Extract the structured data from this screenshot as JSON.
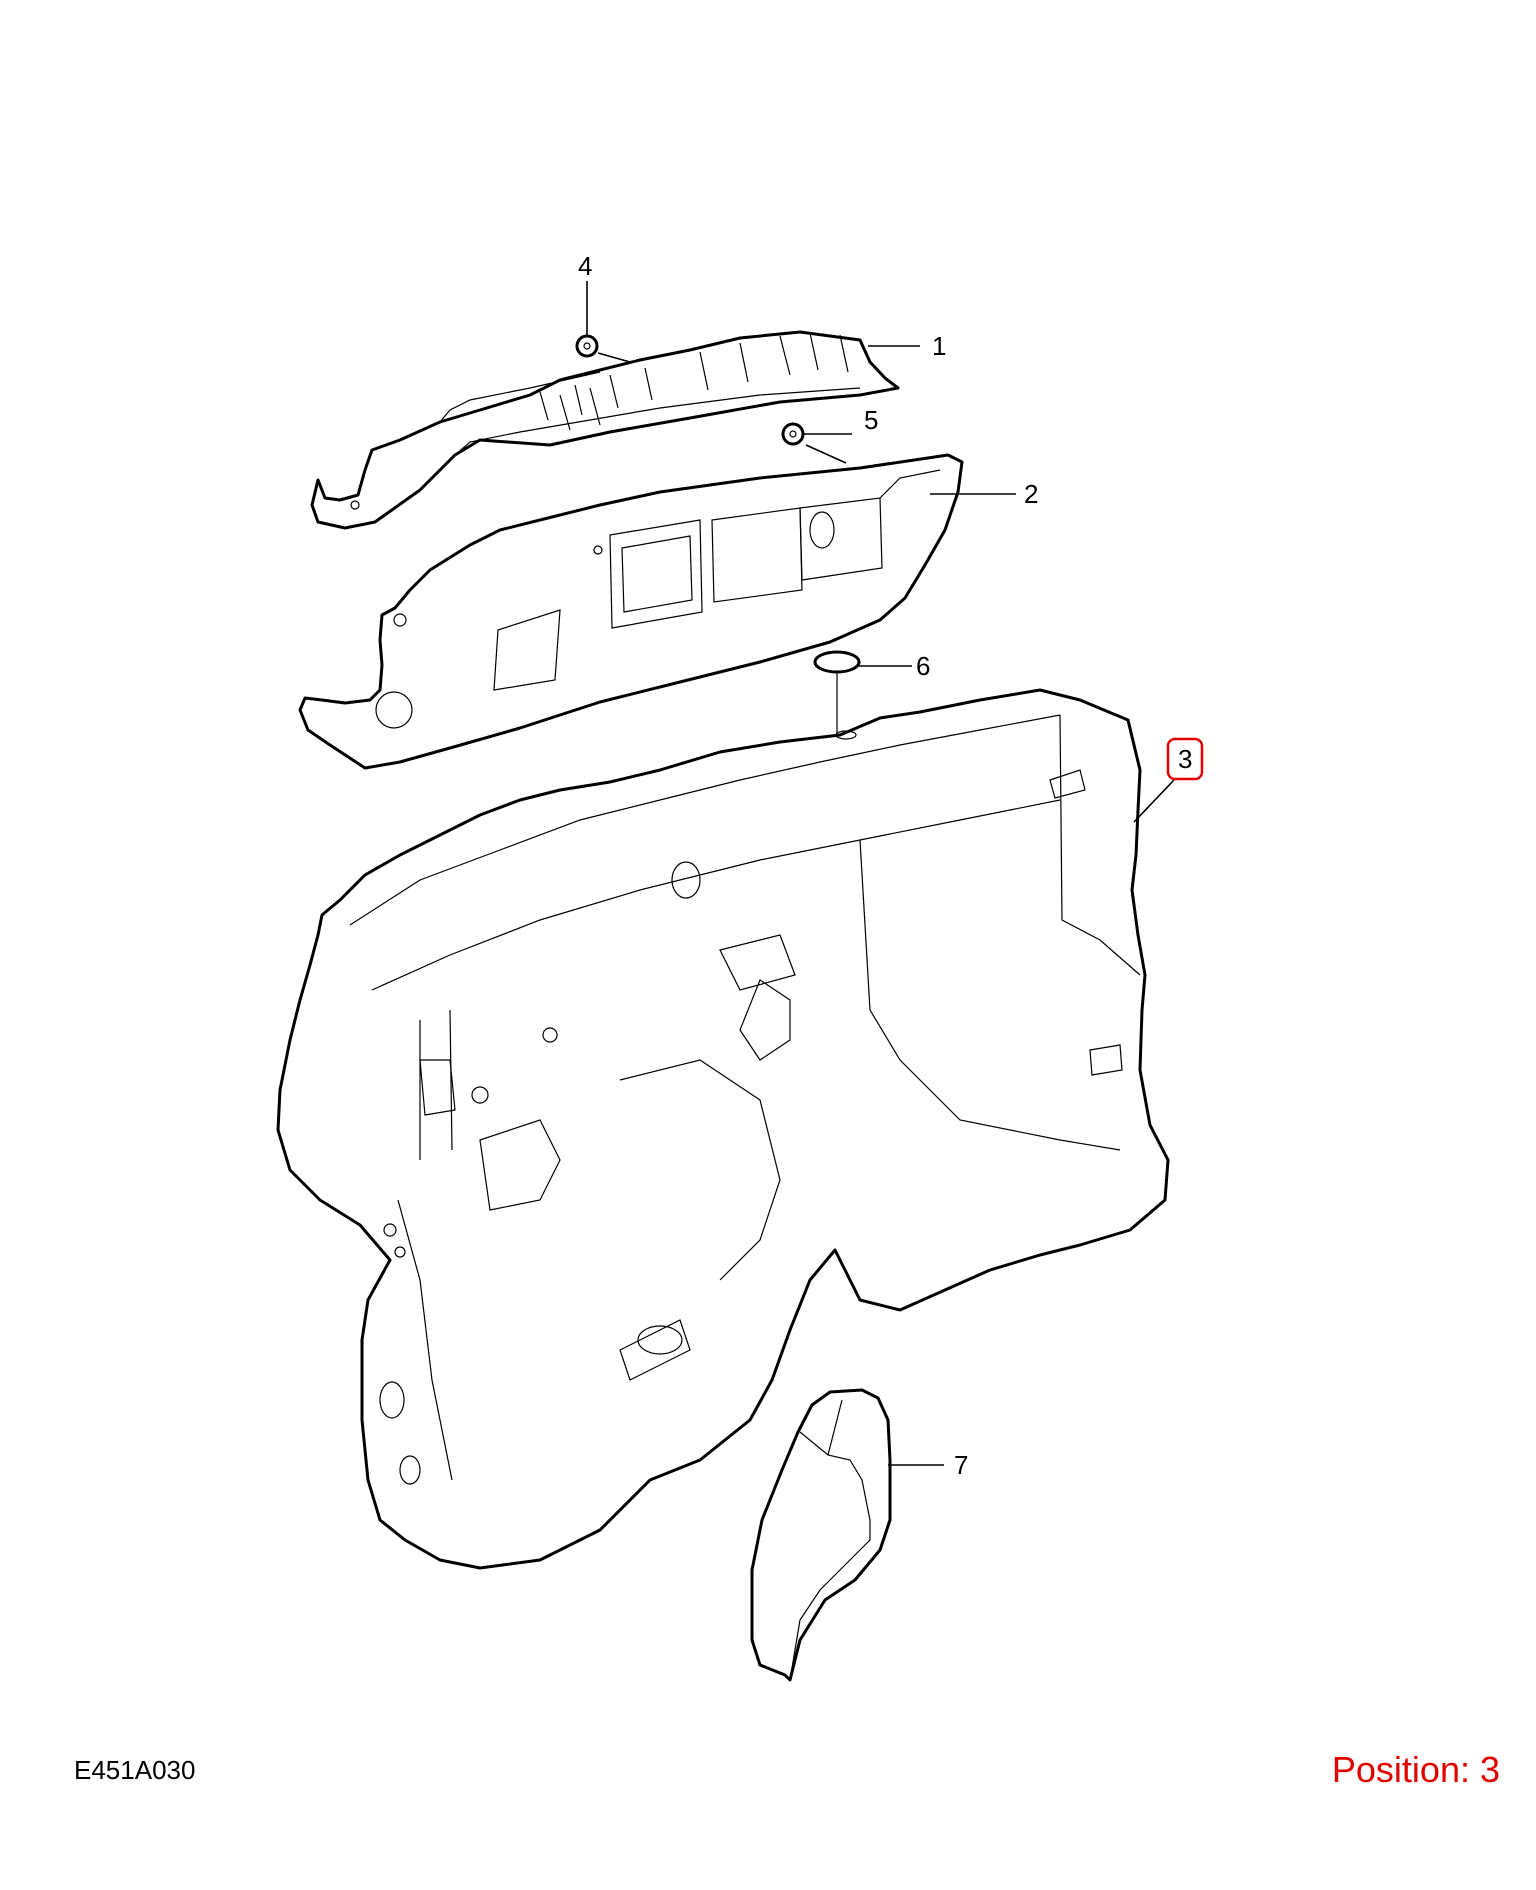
{
  "callouts": [
    {
      "id": "1",
      "label": "1"
    },
    {
      "id": "2",
      "label": "2"
    },
    {
      "id": "3",
      "label": "3"
    },
    {
      "id": "4",
      "label": "4"
    },
    {
      "id": "5",
      "label": "5"
    },
    {
      "id": "6",
      "label": "6"
    },
    {
      "id": "7",
      "label": "7"
    }
  ],
  "selected_callout": "3",
  "highlight_color": "#e00000",
  "drawing_code": "E451A030",
  "position_text": "Position: 3"
}
